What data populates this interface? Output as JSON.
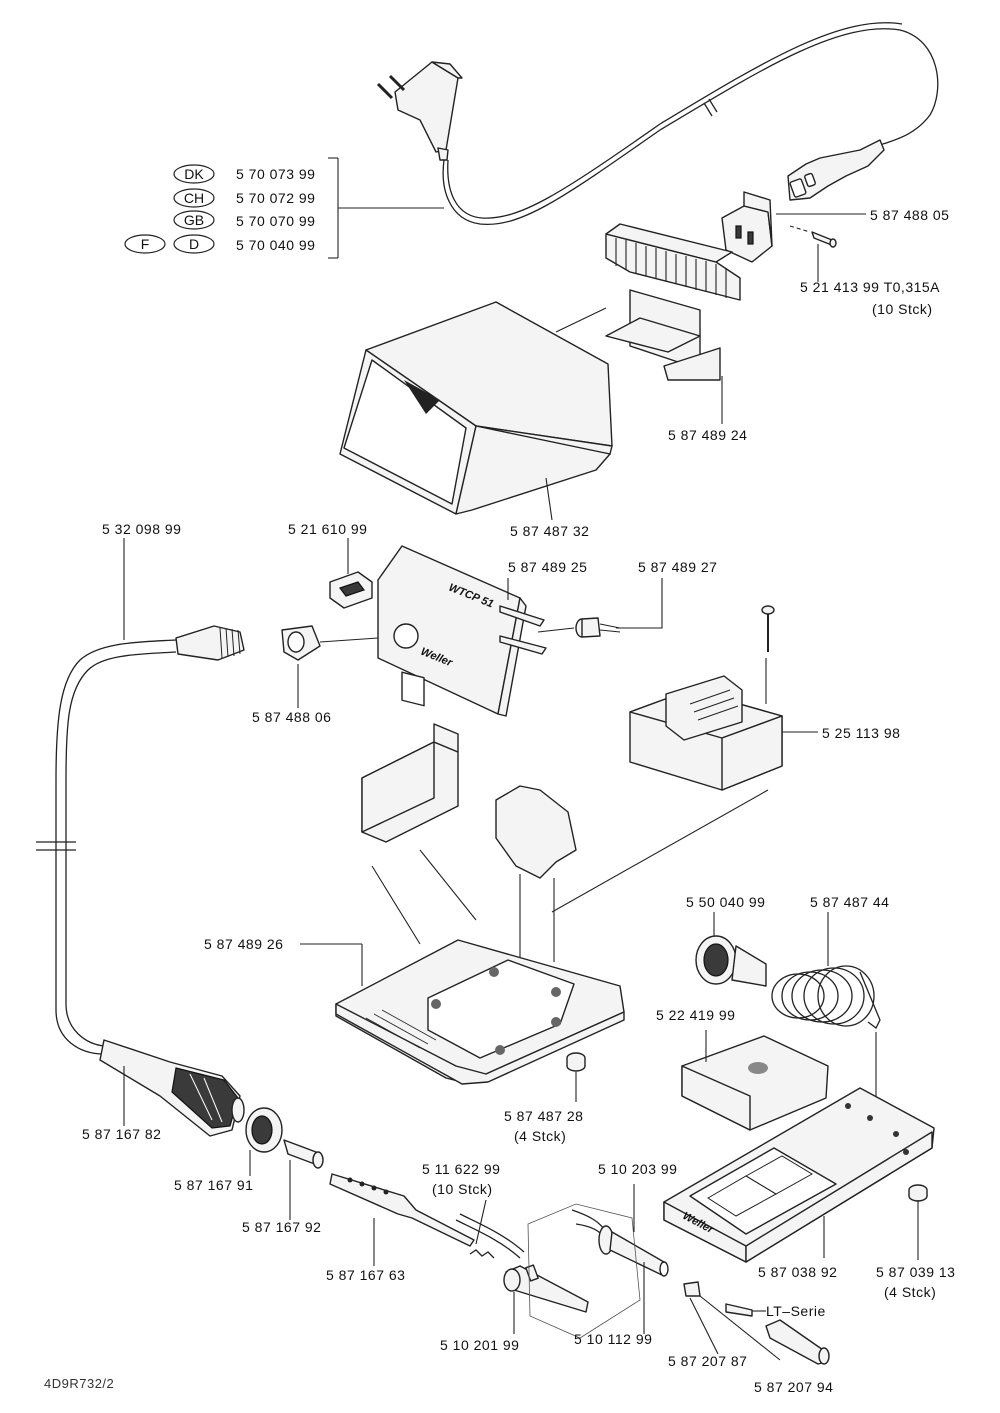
{
  "document_id": "4D9R732/2",
  "brand_text": "Weller",
  "panel_text": "WTCP 51",
  "country_badges": [
    "DK",
    "CH",
    "GB",
    "F",
    "D"
  ],
  "cords": [
    "5 70 073 99",
    "5 70 072 99",
    "5 70 070 99",
    "5 70 040 99"
  ],
  "parts": {
    "p58748805": "5 87 488 05",
    "p52141399": "5 21 413 99  T0,315A",
    "p52141399_qty": "(10  Stck)",
    "p58748924": "5 87 489 24",
    "p58748732": "5 87 487 32",
    "p53209899": "5 32 098 99",
    "p52161099": "5 21 610 99",
    "p58748925": "5 87 489 25",
    "p58748927": "5 87 489 27",
    "p58748806": "5 87 488 06",
    "p52511398": "5 25 113 98",
    "p58748926": "5 87 489 26",
    "p55004099": "5 50 040 99",
    "p58748744": "5 87 487 44",
    "p52241999": "5 22 419 99",
    "p58748728": "5 87 487 28",
    "p58748728_qty": "(4  Stck)",
    "p58716782": "5 87 167 82",
    "p58716791": "5 87 167 91",
    "p58716792": "5 87 167 92",
    "p58716763": "5 87 167 63",
    "p51162299": "5 11  622 99",
    "p51162299_qty": "(10  Stck)",
    "p51020399": "5 10 203 99",
    "p51020199": "5 10 201 99",
    "p51011299": "5 10  112  99",
    "p58703892": "5 87 038 92",
    "p58703913": "5 87 039 13",
    "p58703913_qty": "(4  Stck)",
    "lt_series": "LT–Serie",
    "p58720787": "5 87 207 87",
    "p58720794": "5 87 207 94"
  }
}
